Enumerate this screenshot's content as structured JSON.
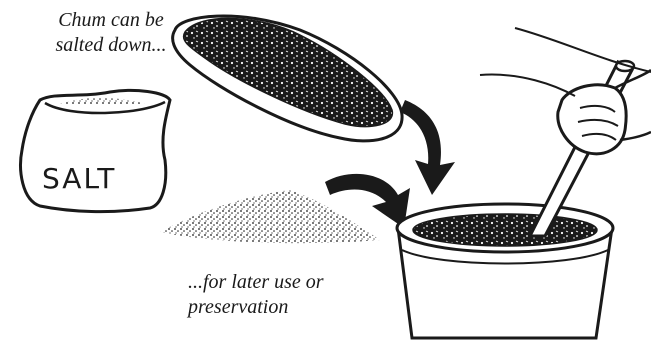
{
  "caption_top": {
    "line1": "Chum can be",
    "line2": "salted down..."
  },
  "caption_bottom": {
    "line1": "...for later use or",
    "line2": "preservation"
  },
  "salt_bag": {
    "label": "SALT"
  },
  "colors": {
    "ink": "#1a1a1a",
    "background": "#ffffff"
  }
}
